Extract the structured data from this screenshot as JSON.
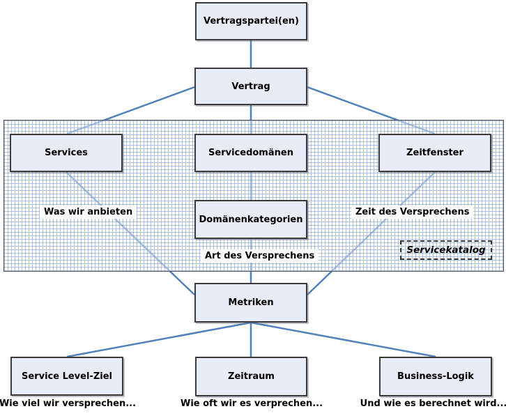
{
  "diagram": {
    "nodes": {
      "vertragsparteien": {
        "label": "Vertragspartei(en)"
      },
      "vertrag": {
        "label": "Vertrag"
      },
      "services": {
        "label": "Services"
      },
      "servicedomaenen": {
        "label": "Servicedomänen"
      },
      "zeitfenster": {
        "label": "Zeitfenster"
      },
      "domaenenkategorien": {
        "label": "Domänenkategorien"
      },
      "metriken": {
        "label": "Metriken"
      },
      "service_level_ziel": {
        "label": "Service Level-Ziel"
      },
      "zeitraum": {
        "label": "Zeitraum"
      },
      "business_logik": {
        "label": "Business-Logik"
      }
    },
    "annotations": {
      "was_wir_anbieten": "Was wir anbieten",
      "zeit_des_versprechens": "Zeit des Versprechens",
      "art_des_versprechens": "Art des Versprechens",
      "servicekatalog": "Servicekatalog"
    },
    "captions": {
      "service_level_ziel": "Wie viel wir versprechen...",
      "zeitraum": "Wie oft wir es verprechen...",
      "business_logik": "Und wie es berechnet wird..."
    },
    "edges": [
      [
        "vertragsparteien",
        "vertrag"
      ],
      [
        "vertrag",
        "services"
      ],
      [
        "vertrag",
        "servicedomaenen"
      ],
      [
        "vertrag",
        "zeitfenster"
      ],
      [
        "servicedomaenen",
        "domaenenkategorien"
      ],
      [
        "domaenenkategorien",
        "metriken"
      ],
      [
        "services",
        "metriken"
      ],
      [
        "zeitfenster",
        "metriken"
      ],
      [
        "metriken",
        "service_level_ziel"
      ],
      [
        "metriken",
        "zeitraum"
      ],
      [
        "metriken",
        "business_logik"
      ]
    ],
    "colors": {
      "connector": "#4f81bd",
      "box_fill": "#e8ecf6",
      "box_border": "#3a3a3a",
      "grid_line": "#b7c6e0"
    }
  }
}
